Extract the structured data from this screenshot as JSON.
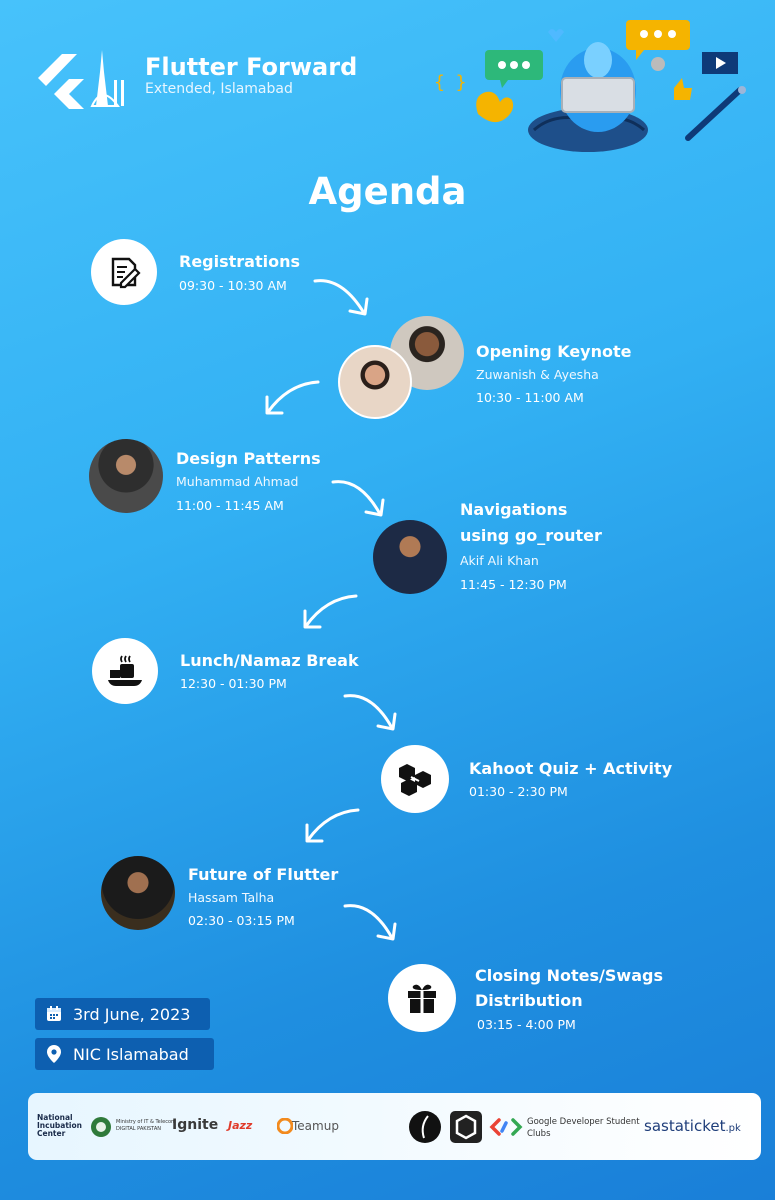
{
  "brand": {
    "title": "Flutter Forward",
    "subtitle": "Extended, Islamabad"
  },
  "agenda_title": "Agenda",
  "items": [
    {
      "title": "Registrations",
      "time": "09:30 - 10:30 AM",
      "icon": "registration-icon"
    },
    {
      "title": "Opening Keynote",
      "speaker": "Zuwanish & Ayesha",
      "time": "10:30 - 11:00 AM"
    },
    {
      "title": "Design Patterns",
      "speaker": "Muhammad Ahmad",
      "time": "11:00 - 11:45 AM"
    },
    {
      "title_line1": "Navigations",
      "title_line2": "using go_router",
      "speaker": "Akif Ali Khan",
      "time": "11:45 - 12:30 PM"
    },
    {
      "title": "Lunch/Namaz Break",
      "time": "12:30 - 01:30 PM",
      "icon": "food-icon"
    },
    {
      "title": "Kahoot Quiz + Activity",
      "time": "01:30 - 2:30 PM",
      "icon": "kahoot-icon"
    },
    {
      "title": "Future of Flutter",
      "speaker": "Hassam Talha",
      "time": "02:30 - 03:15 PM"
    },
    {
      "title_line1": "Closing Notes/Swags",
      "title_line2": "Distribution",
      "time": "03:15 - 4:00 PM",
      "icon": "gift-icon"
    }
  ],
  "event": {
    "date": "3rd June, 2023",
    "venue": "NIC Islamabad"
  },
  "sponsors": {
    "nic_line1": "National",
    "nic_line2": "Incubation",
    "nic_line3": "Center",
    "moitt_line1": "Ministry of IT & Telecom",
    "moitt_line2": "DIGITAL PAKISTAN",
    "ignite": "Ignite",
    "jazz": "Jazz",
    "teamup": "Teamup",
    "gdsc_line1": "Google Developer Student",
    "gdsc_line2": "Clubs",
    "sastaticket": "sastaticket",
    "sastaticket_tld": ".pk"
  },
  "colors": {
    "background_top": "#47c2fb",
    "background_bottom": "#1a7fd8",
    "pill": "#0d5fb0",
    "icon_dark": "#111111"
  }
}
